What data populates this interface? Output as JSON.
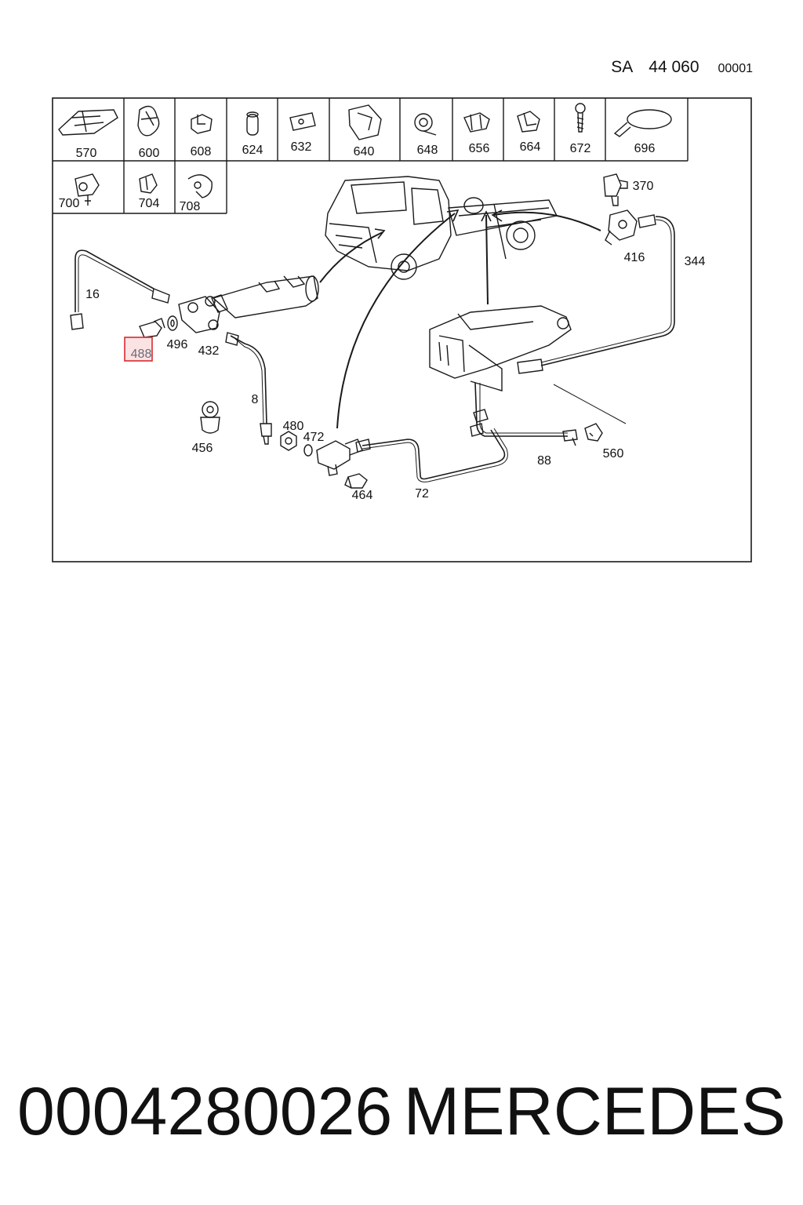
{
  "header": {
    "prefix": "SA",
    "group": "44 060",
    "sheet": "00001"
  },
  "legend_row1": [
    "570",
    "600",
    "608",
    "624",
    "632",
    "640",
    "648",
    "656",
    "664",
    "672",
    "696"
  ],
  "legend_row2": [
    "700",
    "704",
    "708"
  ],
  "callouts": {
    "c16": "16",
    "c488": "488",
    "c496": "496",
    "c432": "432",
    "c8": "8",
    "c456": "456",
    "c480": "480",
    "c472": "472",
    "c464": "464",
    "c72": "72",
    "c88": "88",
    "c560": "560",
    "c370": "370",
    "c416": "416",
    "c344": "344"
  },
  "highlighted_part": "488",
  "footer": {
    "part_number": "0004280026",
    "brand": "MERCEDES"
  },
  "colors": {
    "line": "#1a1a1a",
    "highlight_border": "#d9292f",
    "highlight_fill": "#fbe3e4"
  }
}
